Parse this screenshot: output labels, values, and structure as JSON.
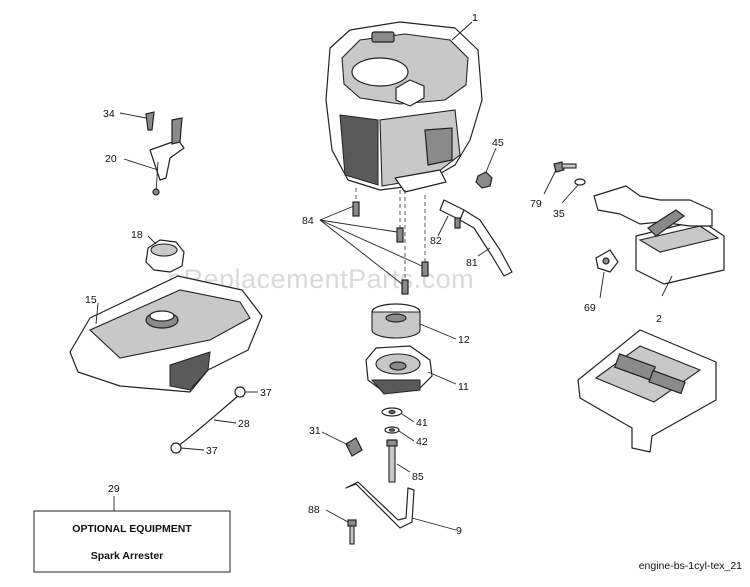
{
  "watermark": "eReplacementParts.com",
  "callouts": {
    "p1": "1",
    "p2": "2",
    "p9": "9",
    "p11": "11",
    "p12": "12",
    "p15": "15",
    "p18": "18",
    "p20": "20",
    "p28": "28",
    "p29": "29",
    "p31": "31",
    "p34": "34",
    "p35": "35",
    "p37a": "37",
    "p37b": "37",
    "p41": "41",
    "p42": "42",
    "p45": "45",
    "p69": "69",
    "p79": "79",
    "p81": "81",
    "p82": "82",
    "p84": "84",
    "p85": "85",
    "p88": "88"
  },
  "optional_box": {
    "title": "OPTIONAL EQUIPMENT",
    "item": "Spark Arrester"
  },
  "diagram_code": "engine-bs-1cyl-tex_21"
}
